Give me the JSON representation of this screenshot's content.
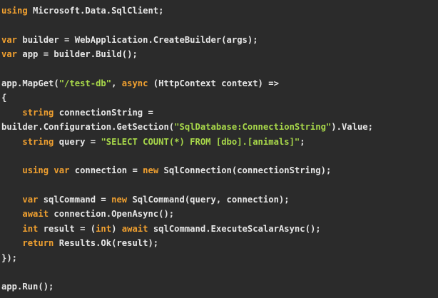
{
  "editor": {
    "language": "C#",
    "colors": {
      "background": "#2b2b2b",
      "plain": "#e6e6e6",
      "keyword": "#f0a030",
      "string": "#a8d84a"
    },
    "lines": [
      [
        {
          "t": "kw",
          "s": "using"
        },
        {
          "t": "p",
          "s": " Microsoft.Data.SqlClient;"
        }
      ],
      [],
      [
        {
          "t": "kw",
          "s": "var"
        },
        {
          "t": "p",
          "s": " builder = WebApplication.CreateBuilder(args);"
        }
      ],
      [
        {
          "t": "kw",
          "s": "var"
        },
        {
          "t": "p",
          "s": " app = builder.Build();"
        }
      ],
      [],
      [
        {
          "t": "p",
          "s": "app.MapGet("
        },
        {
          "t": "str",
          "s": "\"/test-db\""
        },
        {
          "t": "p",
          "s": ", "
        },
        {
          "t": "kw",
          "s": "async"
        },
        {
          "t": "p",
          "s": " (HttpContext context) =>"
        }
      ],
      [
        {
          "t": "p",
          "s": "{"
        }
      ],
      [
        {
          "t": "p",
          "s": "    "
        },
        {
          "t": "kw",
          "s": "string"
        },
        {
          "t": "p",
          "s": " connectionString ="
        }
      ],
      [
        {
          "t": "p",
          "s": "builder.Configuration.GetSection("
        },
        {
          "t": "str",
          "s": "\"SqlDatabase:ConnectionString\""
        },
        {
          "t": "p",
          "s": ").Value;"
        }
      ],
      [
        {
          "t": "p",
          "s": "    "
        },
        {
          "t": "kw",
          "s": "string"
        },
        {
          "t": "p",
          "s": " query = "
        },
        {
          "t": "str",
          "s": "\"SELECT COUNT(*) FROM [dbo].[animals]\""
        },
        {
          "t": "p",
          "s": ";"
        }
      ],
      [],
      [
        {
          "t": "p",
          "s": "    "
        },
        {
          "t": "kw",
          "s": "using"
        },
        {
          "t": "p",
          "s": " "
        },
        {
          "t": "kw",
          "s": "var"
        },
        {
          "t": "p",
          "s": " connection = "
        },
        {
          "t": "kw",
          "s": "new"
        },
        {
          "t": "p",
          "s": " SqlConnection(connectionString);"
        }
      ],
      [],
      [
        {
          "t": "p",
          "s": "    "
        },
        {
          "t": "kw",
          "s": "var"
        },
        {
          "t": "p",
          "s": " sqlCommand = "
        },
        {
          "t": "kw",
          "s": "new"
        },
        {
          "t": "p",
          "s": " SqlCommand(query, connection);"
        }
      ],
      [
        {
          "t": "p",
          "s": "    "
        },
        {
          "t": "kw",
          "s": "await"
        },
        {
          "t": "p",
          "s": " connection.OpenAsync();"
        }
      ],
      [
        {
          "t": "p",
          "s": "    "
        },
        {
          "t": "kw",
          "s": "int"
        },
        {
          "t": "p",
          "s": " result = ("
        },
        {
          "t": "kw",
          "s": "int"
        },
        {
          "t": "p",
          "s": ") "
        },
        {
          "t": "kw",
          "s": "await"
        },
        {
          "t": "p",
          "s": " sqlCommand.ExecuteScalarAsync();"
        }
      ],
      [
        {
          "t": "p",
          "s": "    "
        },
        {
          "t": "kw",
          "s": "return"
        },
        {
          "t": "p",
          "s": " Results.Ok(result);"
        }
      ],
      [
        {
          "t": "p",
          "s": "});"
        }
      ],
      [],
      [
        {
          "t": "p",
          "s": "app.Run();"
        }
      ]
    ]
  }
}
